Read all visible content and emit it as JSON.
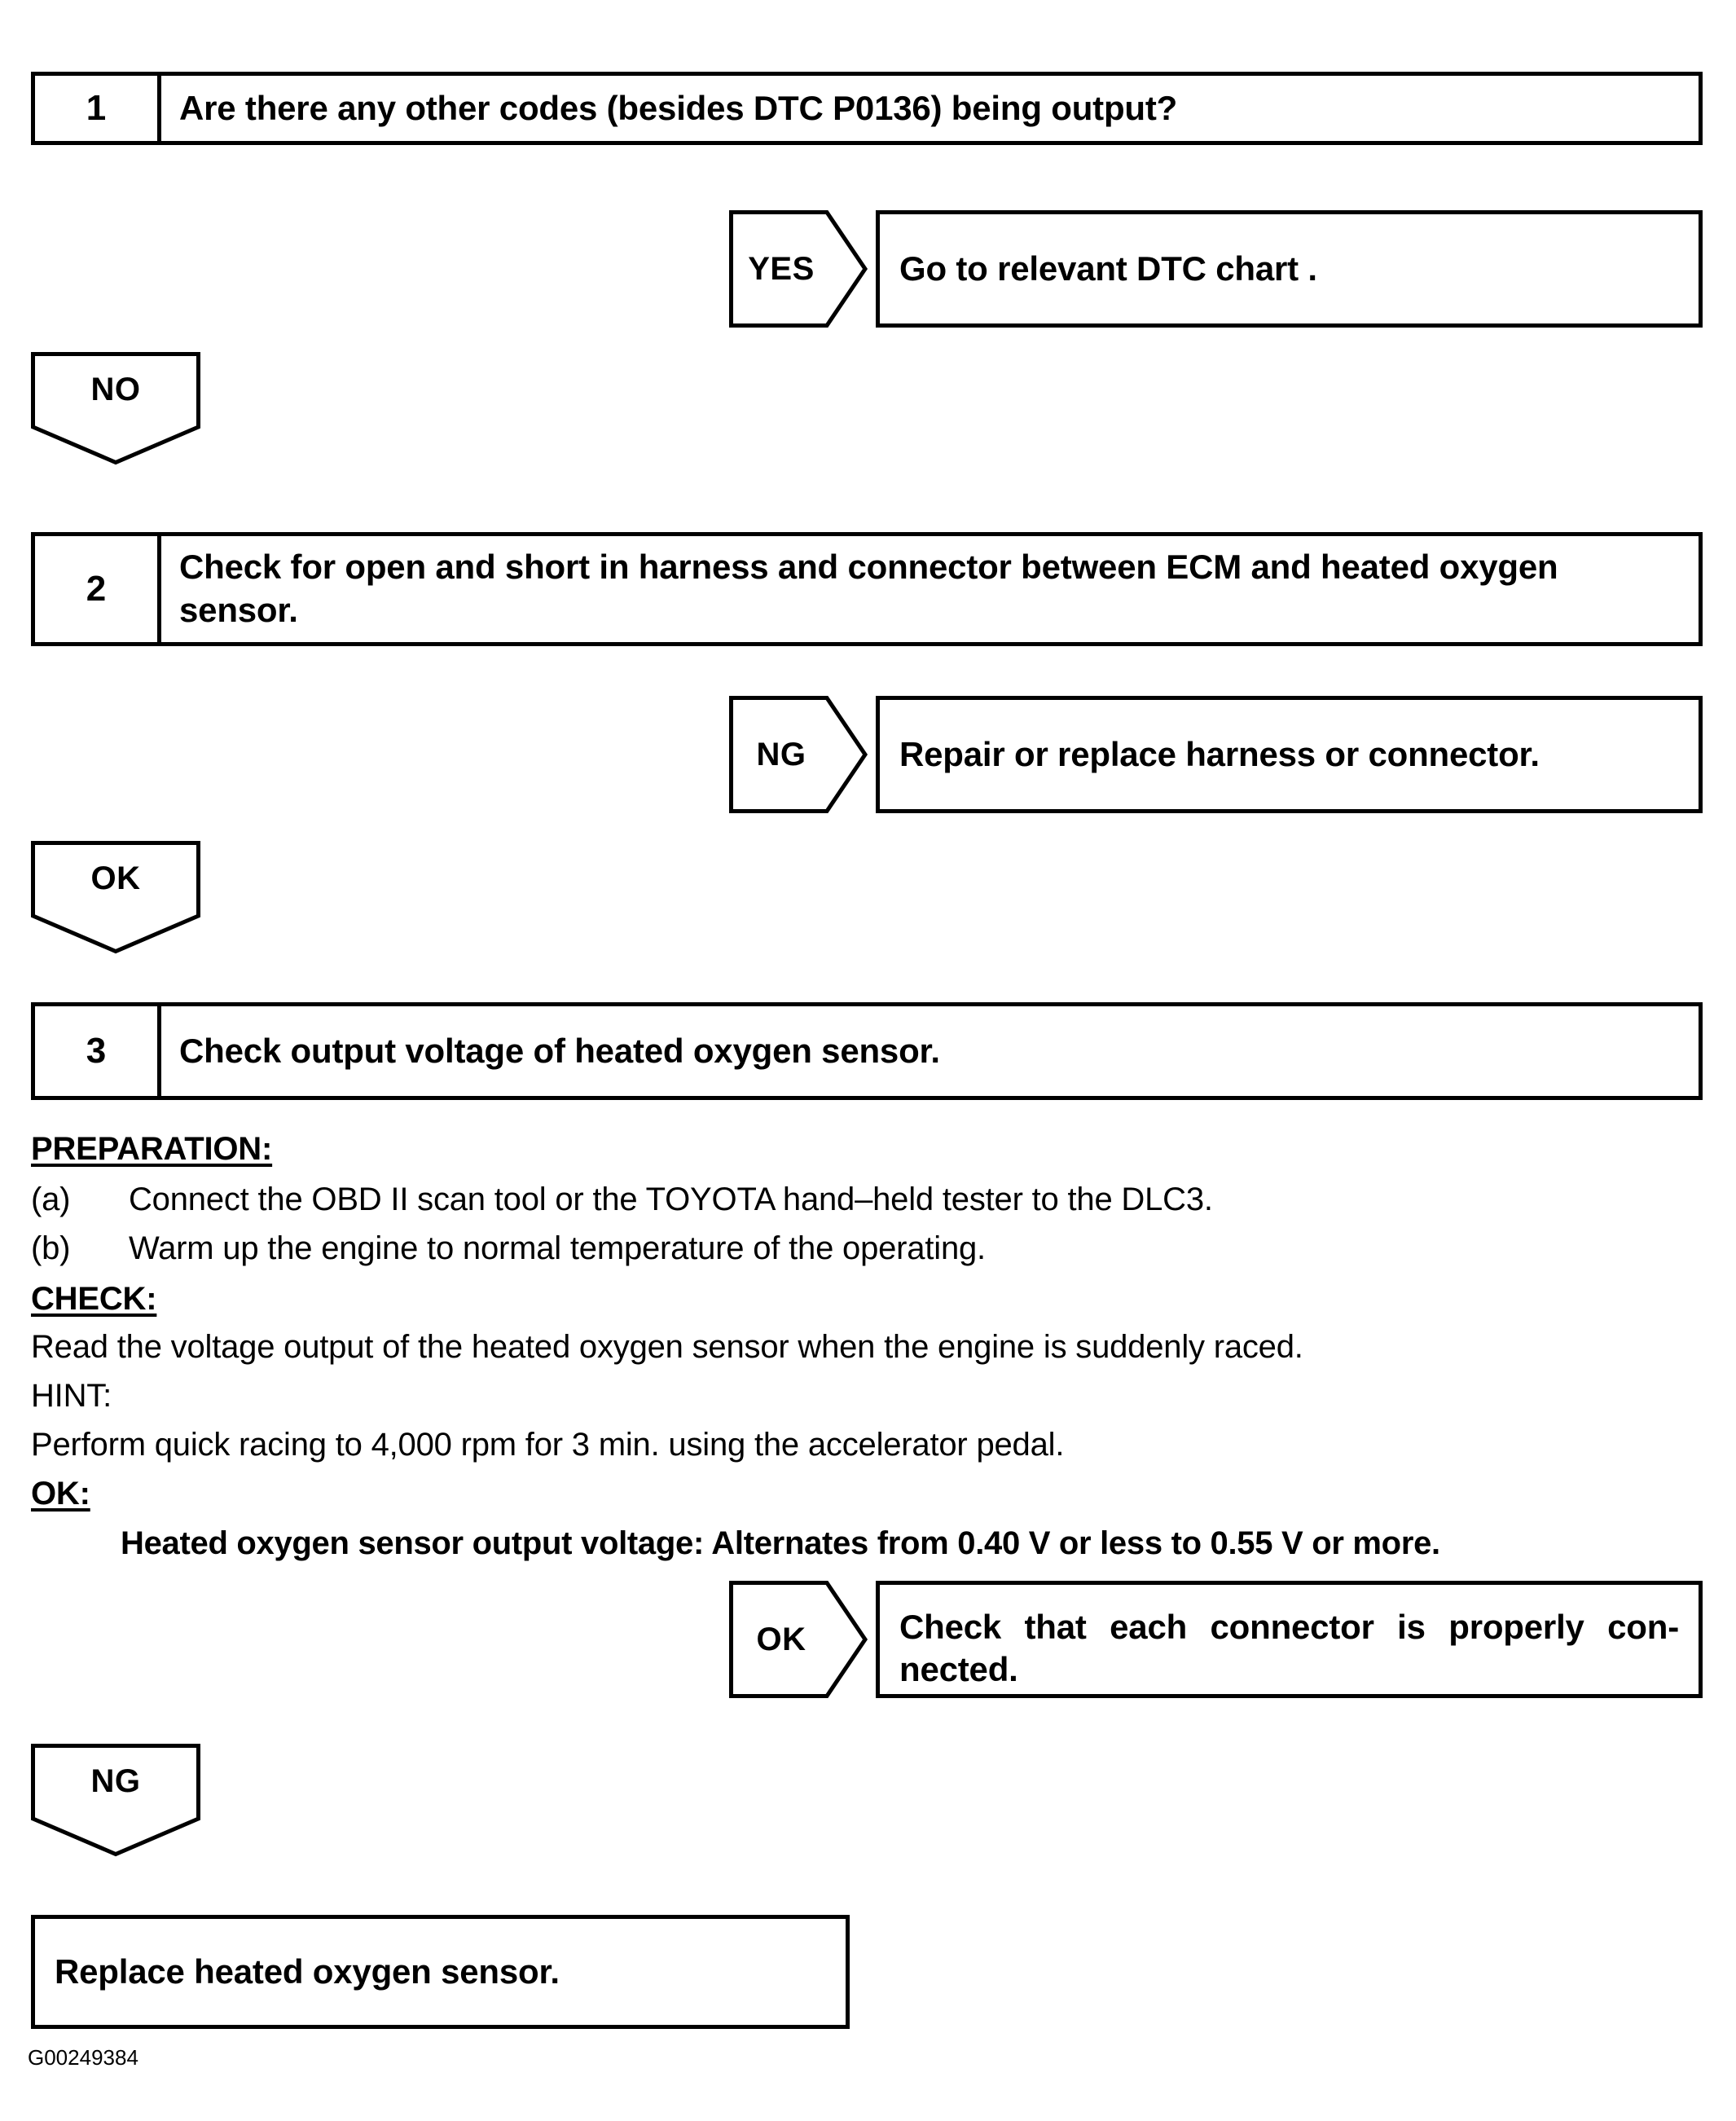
{
  "document": {
    "type": "diagnostic-flowchart",
    "footer_code": "G00249384"
  },
  "steps": [
    {
      "number": "1",
      "text": "Are there any other codes (besides DTC P0136) being output?"
    },
    {
      "number": "2",
      "text": "Check for open and short in harness and connector between ECM and heated oxygen sensor."
    },
    {
      "number": "3",
      "text": "Check output voltage of heated oxygen sensor."
    }
  ],
  "branches": {
    "yes_1": {
      "label": "YES",
      "result": "Go to relevant DTC chart ."
    },
    "no_1": {
      "label": "NO"
    },
    "ng_2": {
      "label": "NG",
      "result": "Repair or replace harness or connector."
    },
    "ok_2": {
      "label": "OK"
    },
    "ok_3": {
      "label": "OK",
      "result_line1": "Check that each connector is properly con-",
      "result_line2": "nected.",
      "result_line1_words": [
        "Check",
        "that",
        "each",
        "connector",
        "is",
        "properly",
        "con-"
      ]
    },
    "ng_3": {
      "label": "NG"
    }
  },
  "procedure": {
    "preparation_header": "PREPARATION:",
    "preparation_items": [
      {
        "mark": "(a)",
        "text": "Connect the OBD II scan tool or the TOYOTA hand–held tester to the DLC3."
      },
      {
        "mark": "(b)",
        "text": "Warm up the engine to normal temperature of the operating."
      }
    ],
    "check_header": "CHECK:",
    "check_text": "Read the voltage output of the heated oxygen sensor when the engine is suddenly raced.",
    "hint_header": "HINT:",
    "hint_text": "Perform quick racing to 4,000 rpm for 3 min. using the accelerator pedal.",
    "ok_header": "OK:",
    "ok_spec": "Heated oxygen sensor output voltage: Alternates from 0.40 V or less to 0.55 V or more."
  },
  "final": {
    "text": "Replace heated oxygen sensor."
  }
}
